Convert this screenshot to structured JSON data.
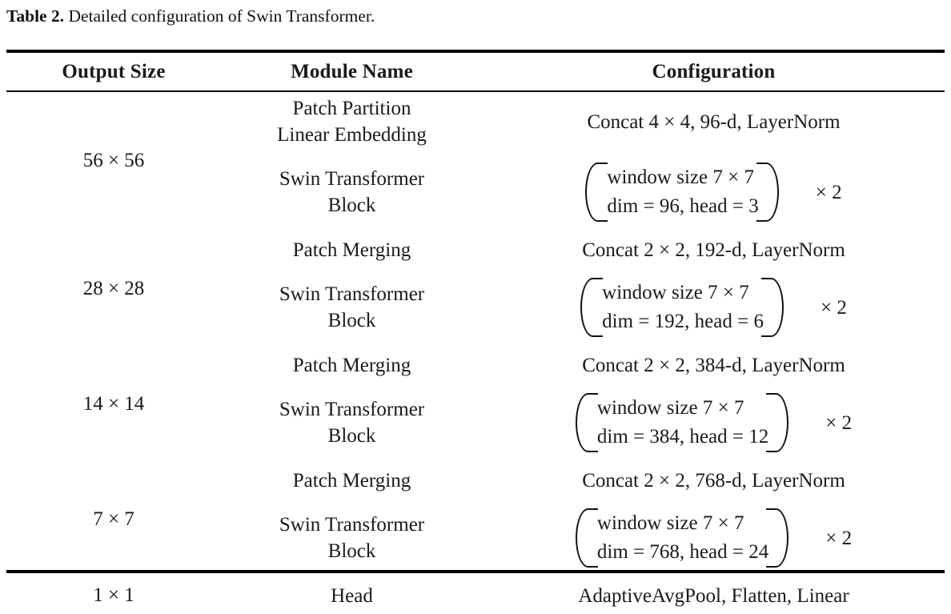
{
  "caption": {
    "label": "Table 2.",
    "text": " Detailed configuration of Swin Transformer."
  },
  "table": {
    "headers": {
      "output_size": "Output Size",
      "module_name": "Module Name",
      "configuration": "Configuration"
    },
    "stages": [
      {
        "output_size": "56 × 56",
        "rows": [
          {
            "module_line1": "Patch Partition",
            "module_line2": "Linear Embedding",
            "config_type": "text",
            "config_text": "Concat 4 × 4, 96-d, LayerNorm"
          },
          {
            "module_line1": "Swin Transformer",
            "module_line2": "Block",
            "config_type": "matrix",
            "matrix_line1": "window size  7 × 7",
            "matrix_line2": "dim = 96, head = 3",
            "repeat": "× 2"
          }
        ]
      },
      {
        "output_size": "28 × 28",
        "rows": [
          {
            "module_line1": "Patch Merging",
            "module_line2": "",
            "config_type": "text",
            "config_text": "Concat 2 × 2, 192-d, LayerNorm"
          },
          {
            "module_line1": "Swin Transformer",
            "module_line2": "Block",
            "config_type": "matrix",
            "matrix_line1": "window size  7 × 7",
            "matrix_line2": "dim = 192, head = 6",
            "repeat": "× 2"
          }
        ]
      },
      {
        "output_size": "14 × 14",
        "rows": [
          {
            "module_line1": "Patch Merging",
            "module_line2": "",
            "config_type": "text",
            "config_text": "Concat 2 × 2, 384-d, LayerNorm"
          },
          {
            "module_line1": "Swin Transformer",
            "module_line2": "Block",
            "config_type": "matrix",
            "matrix_line1": "window size  7 × 7",
            "matrix_line2": "dim = 384, head = 12",
            "repeat": "× 2"
          }
        ]
      },
      {
        "output_size": "7 × 7",
        "rows": [
          {
            "module_line1": "Patch Merging",
            "module_line2": "",
            "config_type": "text",
            "config_text": "Concat 2 × 2, 768-d, LayerNorm"
          },
          {
            "module_line1": "Swin Transformer",
            "module_line2": "Block",
            "config_type": "matrix",
            "matrix_line1": "window size  7 × 7",
            "matrix_line2": "dim = 768, head = 24",
            "repeat": "× 2"
          }
        ]
      },
      {
        "output_size": "1 × 1",
        "rows": [
          {
            "module_line1": "Head",
            "module_line2": "",
            "config_type": "text",
            "config_text": "AdaptiveAvgPool, Flatten, Linear"
          }
        ]
      }
    ]
  }
}
